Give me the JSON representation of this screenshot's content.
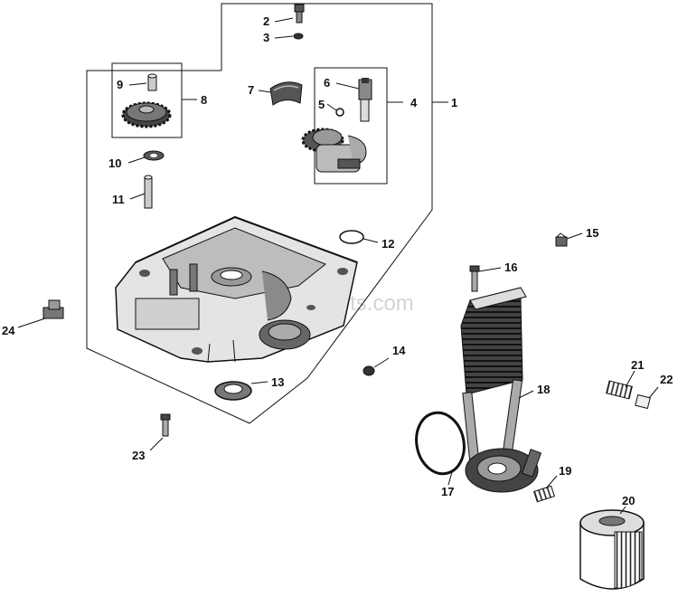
{
  "watermark": "eReplacementParts.com",
  "callouts": {
    "p1": "1",
    "p2": "2",
    "p3": "3",
    "p4": "4",
    "p5": "5",
    "p6": "6",
    "p7": "7",
    "p8": "8",
    "p9": "9",
    "p10": "10",
    "p11": "11",
    "p12": "12",
    "p13": "13",
    "p14": "14",
    "p15": "15",
    "p16": "16",
    "p17": "17",
    "p18": "18",
    "p19": "19",
    "p20": "20",
    "p21": "21",
    "p22": "22",
    "p23": "23",
    "p24": "24"
  },
  "colors": {
    "ink": "#111111",
    "watermark": "#bdbdbd",
    "background": "#ffffff"
  }
}
